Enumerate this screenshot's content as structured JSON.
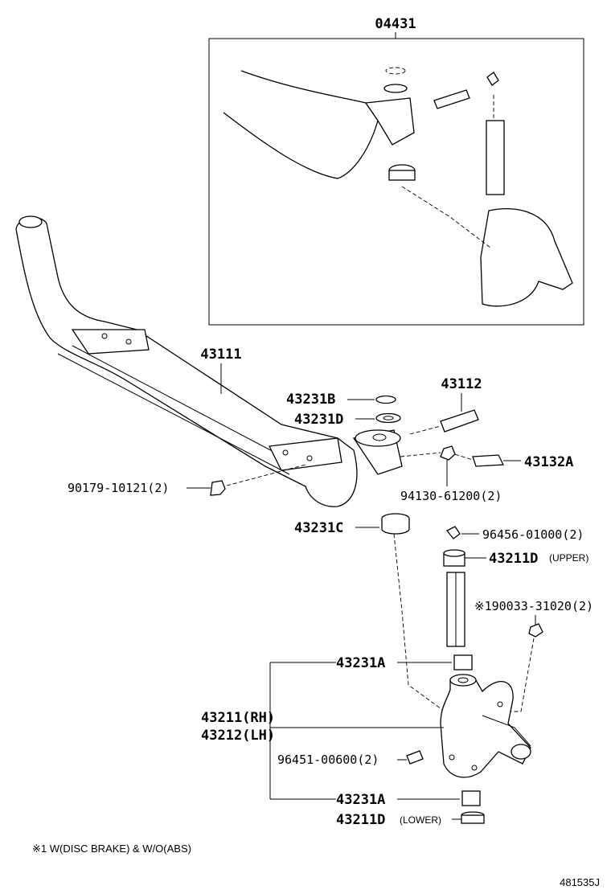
{
  "inset": {
    "code": "04431"
  },
  "parts": {
    "axle_beam": "43111",
    "king_pin": "43112",
    "shim_b": "43231B",
    "shim_d": "43231D",
    "nut_left": "90179-10121(2)",
    "bolt": "43132A",
    "nut_right": "94130-61200(2)",
    "bearing_c": "43231C",
    "grease_fitting": "96456-01000(2)",
    "cap_upper": "43211D",
    "cap_upper_note": "(UPPER)",
    "marked_part": "※190033-31020(2)",
    "bushing_upper": "43231A",
    "knuckle_rh": "43211(RH)",
    "knuckle_lh": "43212(LH)",
    "stopper_bolt": "96451-00600(2)",
    "bushing_lower": "43231A",
    "cap_lower": "43211D",
    "cap_lower_note": "(LOWER)"
  },
  "footnote": "※1   W(DISC BRAKE) & W/O(ABS)",
  "diagram_id": "481535J"
}
